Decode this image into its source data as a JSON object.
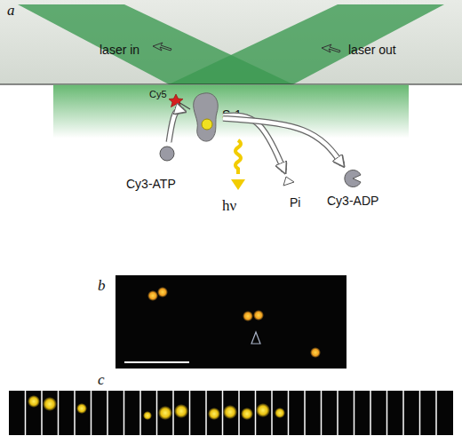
{
  "diagram": {
    "nodes": [
      {
        "text": [
          "Cy3-ATP"
        ]
      },
      {
        "text": [
          "S-1"
        ]
      },
      {
        "text": [
          "Pi"
        ]
      },
      {
        "text": [
          "Cy3-ADP"
        ]
      }
    ],
    "edges": [
      {
        "from": 0,
        "to": 1,
        "arrow": "to"
      },
      {
        "from": 1,
        "to": 2,
        "arrow": "to"
      },
      {
        "from": 1,
        "to": 3,
        "arrow": "to"
      }
    ],
    "labels": [
      "a",
      "laser in",
      "laser out",
      "Cy5",
      "hν",
      "b",
      "c"
    ]
  }
}
